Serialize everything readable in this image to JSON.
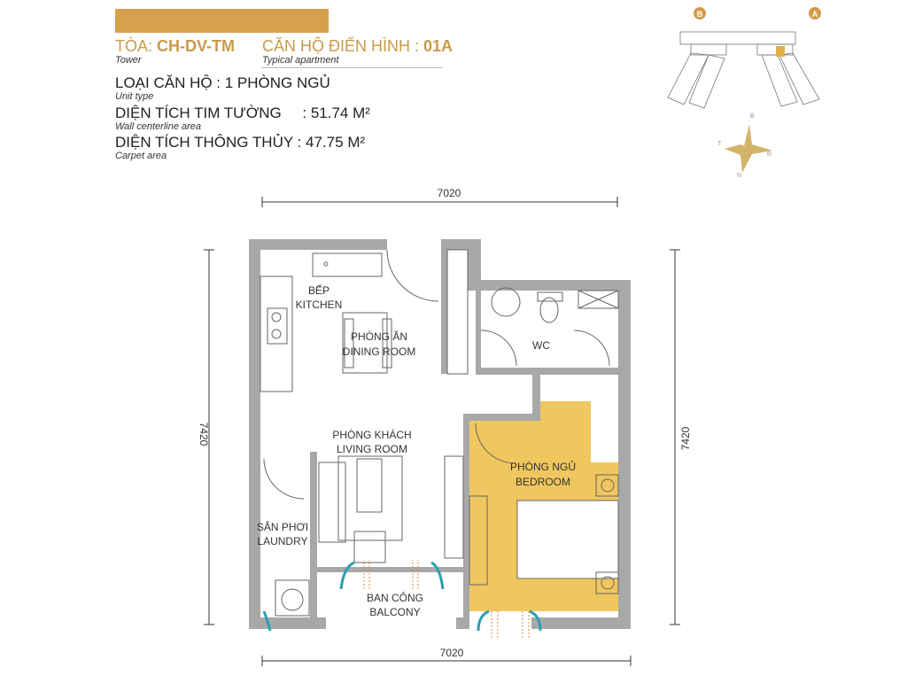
{
  "header": {
    "tower_label": "TÒA:",
    "tower_value": "CH-DV-TM",
    "tower_sub": "Tower",
    "apt_label": "CĂN HỘ ĐIỂN HÌNH :",
    "apt_value": "01A",
    "apt_sub": "Typical apartment",
    "unit_type": "LOẠI CĂN HỘ : 1 PHÒNG NGỦ",
    "unit_type_sub": "Unit type",
    "wall_area": "DIỆN TÍCH TIM TƯỜNG     : 51.74 M²",
    "wall_area_sub": "Wall centerline area",
    "carpet_area": "DIỆN TÍCH THÔNG THỦY : 47.75 M²",
    "carpet_area_sub": "Carpet area"
  },
  "keyplan": {
    "block_b": "B",
    "block_a": "A",
    "compass": {
      "n": "B",
      "s": "N",
      "e": "Đ",
      "w": "T"
    }
  },
  "dimensions": {
    "top": "7020",
    "bottom": "7020",
    "left": "7420",
    "right": "7420"
  },
  "rooms": {
    "kitchen": [
      "BẾP",
      "KITCHEN"
    ],
    "dining": [
      "PHÒNG ĂN",
      "DINING ROOM"
    ],
    "wc": "WC",
    "living": [
      "PHÒNG KHÁCH",
      "LIVING ROOM"
    ],
    "bedroom": [
      "PHÒNG NGỦ",
      "BEDROOM"
    ],
    "laundry": [
      "SÂN PHƠI",
      "LAUNDRY"
    ],
    "balcony": [
      "BAN CÔNG",
      "BALCONY"
    ]
  },
  "colors": {
    "accent": "#d8a04c",
    "bedroom": "#f0c75e",
    "wall": "#a8a8a8",
    "arrow": "#2a9fb0"
  }
}
